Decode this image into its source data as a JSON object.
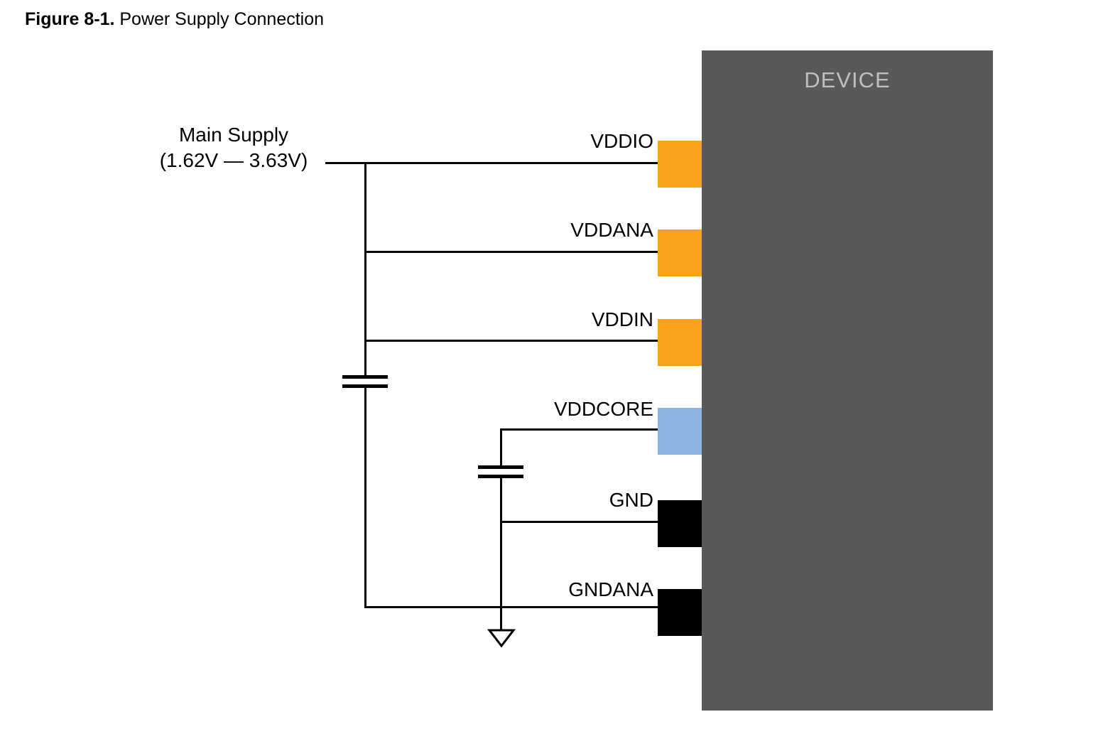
{
  "figure": {
    "label": "Figure 8-1.",
    "title": " Power Supply Connection"
  },
  "device": {
    "label": "DEVICE"
  },
  "main_supply": {
    "line1": "Main Supply",
    "line2": "(1.62V — 3.63V)"
  },
  "pins": [
    {
      "label": "VDDIO",
      "type": "power",
      "pad_color": "#FAA21C"
    },
    {
      "label": "VDDANA",
      "type": "power",
      "pad_color": "#FAA21C"
    },
    {
      "label": "VDDIN",
      "type": "power",
      "pad_color": "#FAA21C"
    },
    {
      "label": "VDDCORE",
      "type": "core",
      "pad_color": "#8DB4E2"
    },
    {
      "label": "GND",
      "type": "ground",
      "pad_color": "#000000"
    },
    {
      "label": "GNDANA",
      "type": "ground",
      "pad_color": "#000000"
    }
  ],
  "colors": {
    "device_fill": "#595959",
    "device_text": "#BFBFBF",
    "power_pad": "#FAA21C",
    "core_pad": "#8DB4E2",
    "ground_pad": "#000000",
    "wire": "#000000"
  }
}
